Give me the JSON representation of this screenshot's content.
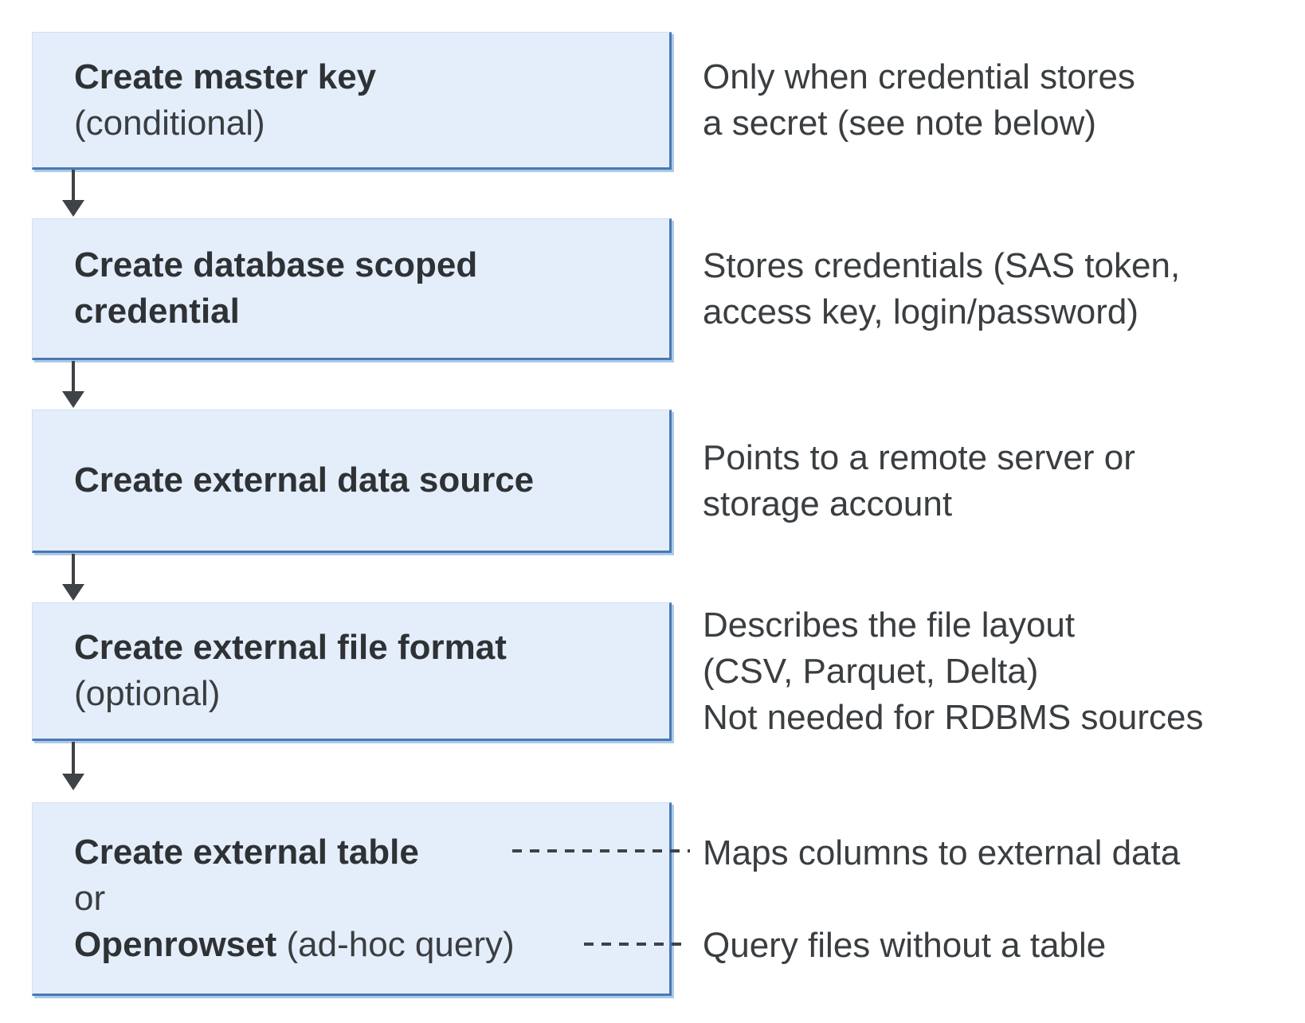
{
  "colors": {
    "box_fill": "#e4eefb",
    "box_border": "#4a79b0",
    "box_border_outer": "#abc9ea",
    "arrow": "#3e4347",
    "title_text": "#2f3235",
    "body_text": "#3a3e41",
    "background": "#ffffff"
  },
  "steps": [
    {
      "title_lines": [
        "Create master key"
      ],
      "subtitle": "(conditional)",
      "note_lines": [
        "Only when credential stores",
        "a secret (see note below)"
      ]
    },
    {
      "title_lines": [
        "Create database scoped",
        "credential"
      ],
      "note_lines": [
        "Stores credentials (SAS token,",
        "access key, login/password)"
      ]
    },
    {
      "title_lines": [
        "Create external data source"
      ],
      "note_lines": [
        "Points to a remote server or",
        "storage account"
      ]
    },
    {
      "title_lines": [
        "Create external file format"
      ],
      "subtitle": "(optional)",
      "note_lines": [
        "Describes the file layout",
        "(CSV, Parquet, Delta)",
        "Not needed for RDBMS sources"
      ]
    },
    {
      "option1_bold": "Create external table",
      "conjunction": "or",
      "option2_bold": "Openrowset",
      "option2_rest": " (ad-hoc query)",
      "connector1_label": "Maps columns to external data",
      "connector2_label": "Query files without a table"
    }
  ]
}
